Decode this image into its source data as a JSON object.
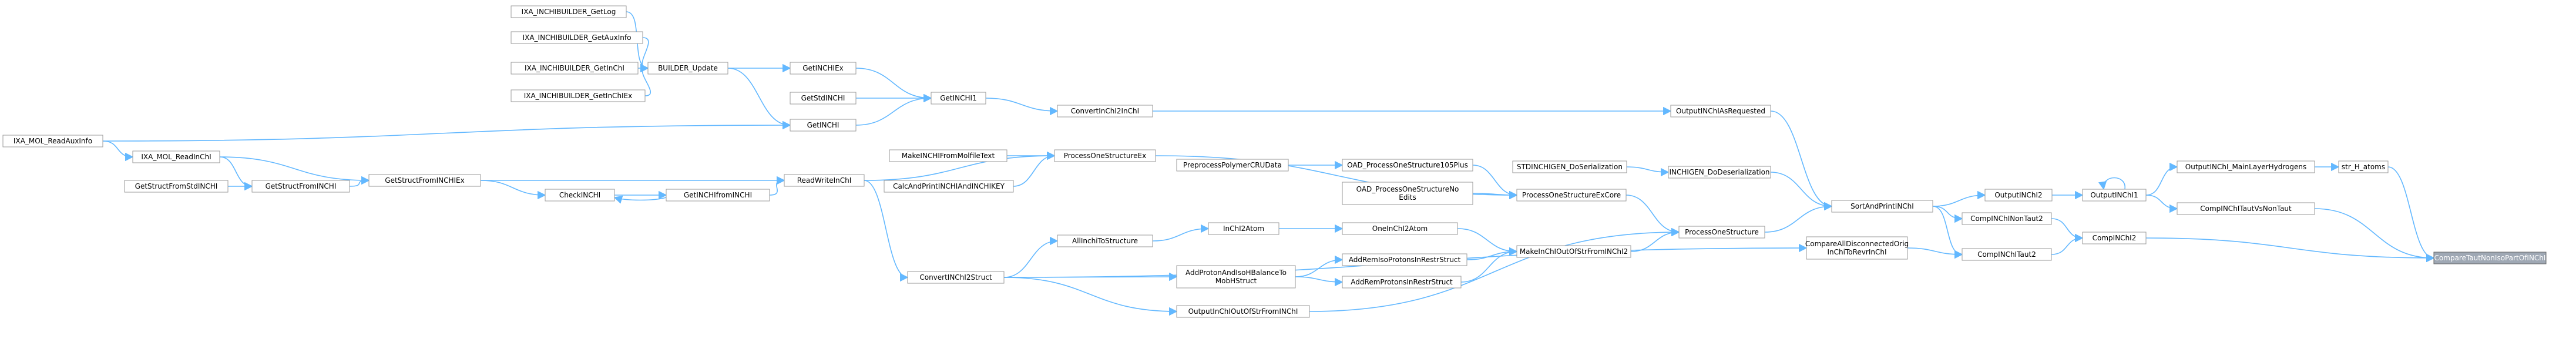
{
  "graph": {
    "type": "call-graph",
    "focus": "CompareTautNonIsoPartOfINChI",
    "colors": {
      "edge": "#63b8ff",
      "node_border": "#9a9a9a",
      "node_fill": "#ffffff",
      "highlight_fill": "#9fa8b4",
      "highlight_text": "#ffffff"
    },
    "nodes": [
      {
        "id": "compare_taut",
        "lines": [
          "CompareTautNonIsoPartOfINChI"
        ],
        "highlight": true
      },
      {
        "id": "str_h_atoms",
        "lines": [
          "str_H_atoms"
        ]
      },
      {
        "id": "outputinchi_mainlayer",
        "lines": [
          "OutputINChI_MainLayerHydrogens"
        ]
      },
      {
        "id": "compinchitautvsnontaut",
        "lines": [
          "CompINChITautVsNonTaut"
        ]
      },
      {
        "id": "outputinchi1",
        "lines": [
          "OutputINChI1"
        ]
      },
      {
        "id": "compinchi2",
        "lines": [
          "CompINChI2"
        ]
      },
      {
        "id": "outputinchi2",
        "lines": [
          "OutputINChI2"
        ]
      },
      {
        "id": "compinchinontaut2",
        "lines": [
          "CompINChINonTaut2"
        ]
      },
      {
        "id": "compinchitaut2",
        "lines": [
          "CompINChITaut2"
        ]
      },
      {
        "id": "sortandprintinchi",
        "lines": [
          "SortAndPrintINChI"
        ]
      },
      {
        "id": "comparealldisconnected",
        "lines": [
          "CompareAllDisconnectedOrig",
          "InChiToRevrInChI"
        ]
      },
      {
        "id": "outputinchiasrequested",
        "lines": [
          "OutputINChIAsRequested"
        ]
      },
      {
        "id": "inchien_deserialization",
        "lines": [
          "INCHIGEN_DoDeserialization"
        ]
      },
      {
        "id": "processonestructure",
        "lines": [
          "ProcessOneStructure"
        ]
      },
      {
        "id": "convertinchi2inchi",
        "lines": [
          "ConvertInChI2InChI"
        ]
      },
      {
        "id": "stdinchigen_deserialization",
        "lines": [
          "STDINCHIGEN_DoSerialization"
        ]
      },
      {
        "id": "processonestructureexcore",
        "lines": [
          "ProcessOneStructureExCore"
        ]
      },
      {
        "id": "makeinchioutofstrfrominchi2",
        "lines": [
          "MakeInChIOutOfStrFromINChI2"
        ]
      },
      {
        "id": "getinchi1",
        "lines": [
          "GetINCHI1"
        ]
      },
      {
        "id": "processonestructureex",
        "lines": [
          "ProcessOneStructureEx"
        ]
      },
      {
        "id": "oad_processonestructure105plus",
        "lines": [
          "OAD_ProcessOneStructure105Plus"
        ]
      },
      {
        "id": "oad_processonestructurenoedits",
        "lines": [
          "OAD_ProcessOneStructureNo",
          "Edits"
        ]
      },
      {
        "id": "oneinchi2atom",
        "lines": [
          "OneInChI2Atom"
        ]
      },
      {
        "id": "addremisoprotonsinrestrstruct",
        "lines": [
          "AddRemIsoProtonsInRestrStruct"
        ]
      },
      {
        "id": "addremprotonsinrestrstruct",
        "lines": [
          "AddRemProtonsInRestrStruct"
        ]
      },
      {
        "id": "outputinchioutofstrfrominchi",
        "lines": [
          "OutputInChIOutOfStrFromINChI"
        ]
      },
      {
        "id": "getinchiex",
        "lines": [
          "GetINCHIEx"
        ]
      },
      {
        "id": "getstdinchi",
        "lines": [
          "GetStdINCHI"
        ]
      },
      {
        "id": "getinchi",
        "lines": [
          "GetINCHI"
        ]
      },
      {
        "id": "builder_update",
        "lines": [
          "BUILDER_Update"
        ]
      },
      {
        "id": "makeinchifrommolfiletext",
        "lines": [
          "MakeINCHIFromMolfileText"
        ]
      },
      {
        "id": "calcandprintinchiandinchikey",
        "lines": [
          "CalcAndPrintINCHIAndINCHIKEY"
        ]
      },
      {
        "id": "preprocesspolymercrudata",
        "lines": [
          "PreprocessPolymerCRUData"
        ]
      },
      {
        "id": "inchi2atom",
        "lines": [
          "InChI2Atom"
        ]
      },
      {
        "id": "allinchitostructure",
        "lines": [
          "AllInchiToStructure"
        ]
      },
      {
        "id": "addprotonandisoh",
        "lines": [
          "AddProtonAndIsoHBalanceTo",
          "MobHStruct"
        ]
      },
      {
        "id": "convertinchi2struct",
        "lines": [
          "ConvertINChI2Struct"
        ]
      },
      {
        "id": "readwriteinchi",
        "lines": [
          "ReadWriteInChI"
        ]
      },
      {
        "id": "getinchifrominchi",
        "lines": [
          "GetINCHIfromINCHI"
        ]
      },
      {
        "id": "checkinchi",
        "lines": [
          "CheckINCHI"
        ]
      },
      {
        "id": "getstructfrominchiex",
        "lines": [
          "GetStructFromINCHIEx"
        ]
      },
      {
        "id": "getstructfrominchi",
        "lines": [
          "GetStructFromINCHI"
        ]
      },
      {
        "id": "getstructfromstdinchi",
        "lines": [
          "GetStructFromStdINCHI"
        ]
      },
      {
        "id": "ixa_mol_readinchi",
        "lines": [
          "IXA_MOL_ReadInChI"
        ]
      },
      {
        "id": "ixa_mol_readauxinfo",
        "lines": [
          "IXA_MOL_ReadAuxInfo"
        ]
      },
      {
        "id": "ixa_getlog",
        "lines": [
          "IXA_INCHIBUILDER_GetLog"
        ]
      },
      {
        "id": "ixa_getauxinfo",
        "lines": [
          "IXA_INCHIBUILDER_GetAuxInfo"
        ]
      },
      {
        "id": "ixa_getinchi",
        "lines": [
          "IXA_INCHIBUILDER_GetInChI"
        ]
      },
      {
        "id": "ixa_getinchiex",
        "lines": [
          "IXA_INCHIBUILDER_GetInChIEx"
        ]
      }
    ],
    "edges": [
      [
        "str_h_atoms",
        "compare_taut"
      ],
      [
        "outputinchi_mainlayer",
        "str_h_atoms"
      ],
      [
        "compinchitautvsnontaut",
        "compare_taut"
      ],
      [
        "compinchi2",
        "compare_taut"
      ],
      [
        "outputinchi1",
        "outputinchi_mainlayer"
      ],
      [
        "outputinchi1",
        "compinchitautvsnontaut"
      ],
      [
        "outputinchi1",
        "outputinchi1"
      ],
      [
        "outputinchi2",
        "outputinchi1"
      ],
      [
        "compinchinontaut2",
        "compinchi2"
      ],
      [
        "compinchitaut2",
        "compinchi2"
      ],
      [
        "sortandprintinchi",
        "outputinchi2"
      ],
      [
        "sortandprintinchi",
        "compinchinontaut2"
      ],
      [
        "sortandprintinchi",
        "compinchitaut2"
      ],
      [
        "comparealldisconnected",
        "compinchitaut2"
      ],
      [
        "outputinchiasrequested",
        "sortandprintinchi"
      ],
      [
        "inchien_deserialization",
        "sortandprintinchi"
      ],
      [
        "processonestructure",
        "sortandprintinchi"
      ],
      [
        "convertinchi2inchi",
        "outputinchiasrequested"
      ],
      [
        "stdinchigen_deserialization",
        "inchien_deserialization"
      ],
      [
        "processonestructureexcore",
        "processonestructure"
      ],
      [
        "makeinchioutofstrfrominchi2",
        "processonestructure"
      ],
      [
        "getinchi1",
        "convertinchi2inchi"
      ],
      [
        "processonestructureex",
        "processonestructureexcore"
      ],
      [
        "oad_processonestructure105plus",
        "processonestructureexcore"
      ],
      [
        "oad_processonestructurenoedits",
        "processonestructureexcore"
      ],
      [
        "oneinchi2atom",
        "makeinchioutofstrfrominchi2"
      ],
      [
        "addremisoprotonsinrestrstruct",
        "makeinchioutofstrfrominchi2"
      ],
      [
        "addremprotonsinrestrstruct",
        "makeinchioutofstrfrominchi2"
      ],
      [
        "outputinchioutofstrfrominchi",
        "processonestructure"
      ],
      [
        "getinchiex",
        "getinchi1"
      ],
      [
        "getstdinchi",
        "getinchi1"
      ],
      [
        "getinchi",
        "getinchi1"
      ],
      [
        "builder_update",
        "getinchiex"
      ],
      [
        "builder_update",
        "getinchi"
      ],
      [
        "makeinchifrommolfiletext",
        "processonestructureex"
      ],
      [
        "calcandprintinchiandinchikey",
        "processonestructureex"
      ],
      [
        "readwriteinchi",
        "processonestructureex"
      ],
      [
        "preprocesspolymercrudata",
        "oad_processonestructure105plus"
      ],
      [
        "inchi2atom",
        "oneinchi2atom"
      ],
      [
        "allinchitostructure",
        "inchi2atom"
      ],
      [
        "addprotonandisoh",
        "addremisoprotonsinrestrstruct"
      ],
      [
        "addprotonandisoh",
        "addremprotonsinrestrstruct"
      ],
      [
        "convertinchi2struct",
        "allinchitostructure"
      ],
      [
        "convertinchi2struct",
        "addprotonandisoh"
      ],
      [
        "convertinchi2struct",
        "outputinchioutofstrfrominchi"
      ],
      [
        "convertinchi2struct",
        "comparealldisconnected"
      ],
      [
        "readwriteinchi",
        "convertinchi2struct"
      ],
      [
        "getinchifrominchi",
        "readwriteinchi"
      ],
      [
        "checkinchi",
        "getinchifrominchi"
      ],
      [
        "getinchifrominchi",
        "checkinchi"
      ],
      [
        "getstructfrominchiex",
        "readwriteinchi"
      ],
      [
        "getstructfrominchiex",
        "checkinchi"
      ],
      [
        "getstructfrominchi",
        "getstructfrominchiex"
      ],
      [
        "getstructfromstdinchi",
        "getstructfrominchi"
      ],
      [
        "ixa_mol_readinchi",
        "getstructfrominchiex"
      ],
      [
        "ixa_mol_readinchi",
        "getstructfrominchi"
      ],
      [
        "ixa_mol_readauxinfo",
        "ixa_mol_readinchi"
      ],
      [
        "ixa_mol_readauxinfo",
        "getinchi"
      ],
      [
        "ixa_getlog",
        "builder_update"
      ],
      [
        "ixa_getauxinfo",
        "builder_update"
      ],
      [
        "ixa_getinchi",
        "builder_update"
      ],
      [
        "ixa_getinchiex",
        "builder_update"
      ]
    ]
  }
}
